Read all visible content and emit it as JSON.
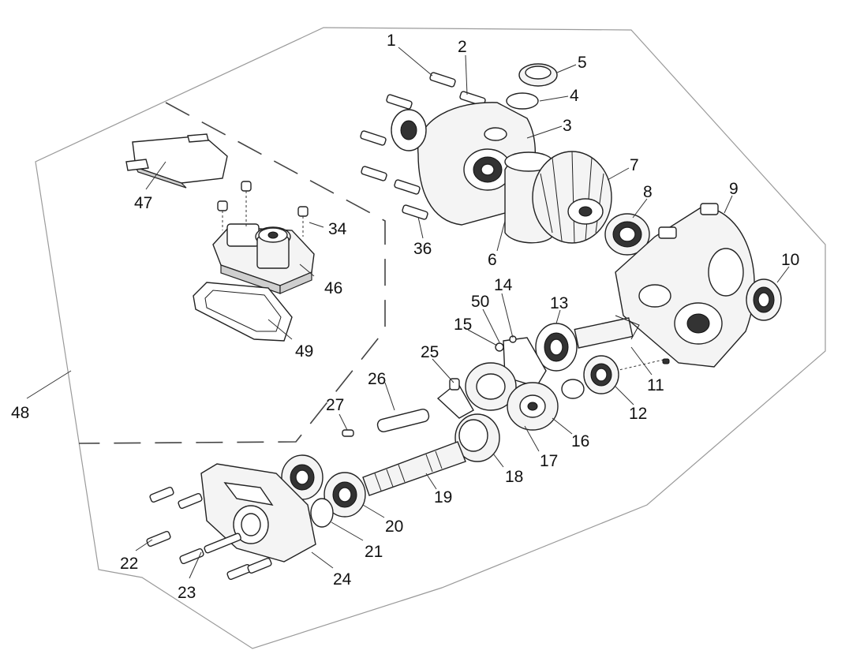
{
  "labels": [
    "1",
    "2",
    "3",
    "4",
    "5",
    "6",
    "7",
    "8",
    "9",
    "10",
    "11",
    "12",
    "13",
    "14",
    "15",
    "16",
    "17",
    "18",
    "19",
    "20",
    "21",
    "22",
    "23",
    "24",
    "25",
    "26",
    "27",
    "34",
    "36",
    "46",
    "47",
    "48",
    "49",
    "50"
  ]
}
